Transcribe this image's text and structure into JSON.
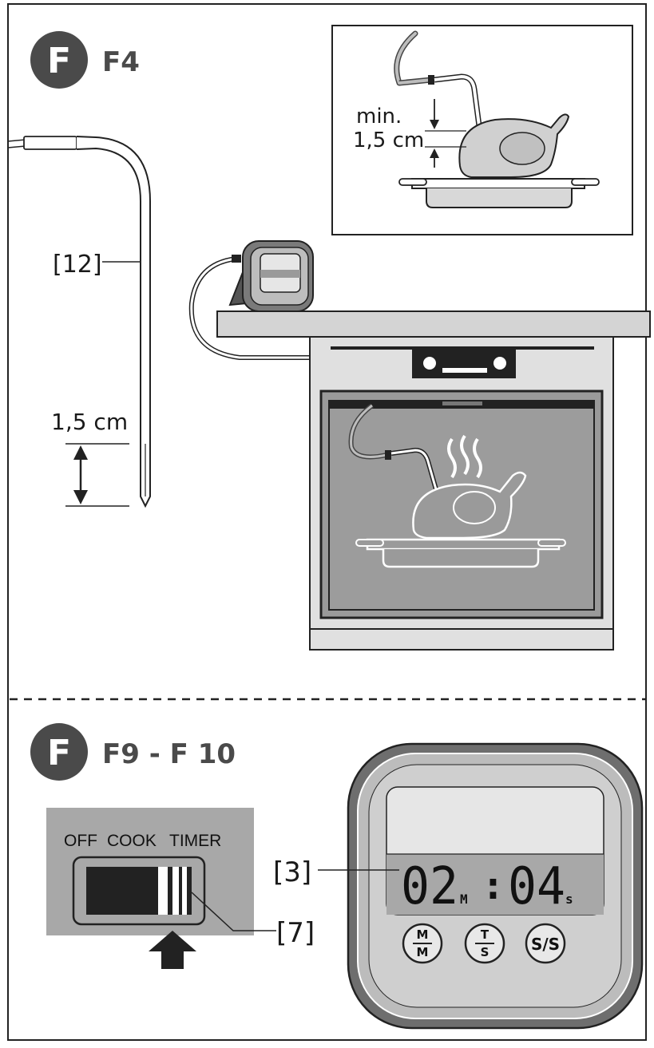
{
  "top": {
    "section_letter": "F",
    "section_title": "F4",
    "probe_label": "[12]",
    "probe_depth": "1,5 cm",
    "inset_min": "min.",
    "inset_depth": "1,5 cm"
  },
  "bottom": {
    "section_letter": "F",
    "section_title": "F9 - F 10",
    "switch_positions": [
      "OFF",
      "COOK",
      "TIMER"
    ],
    "switch_label": "[7]",
    "display_label": "[3]",
    "display_minutes": "02",
    "display_minutes_unit": "M",
    "display_separator": ":",
    "display_seconds": "04",
    "display_seconds_unit": "s",
    "buttons": [
      {
        "top": "M",
        "bottom": "M"
      },
      {
        "top": "T",
        "bottom": "S"
      },
      {
        "single": "S/S"
      }
    ]
  }
}
